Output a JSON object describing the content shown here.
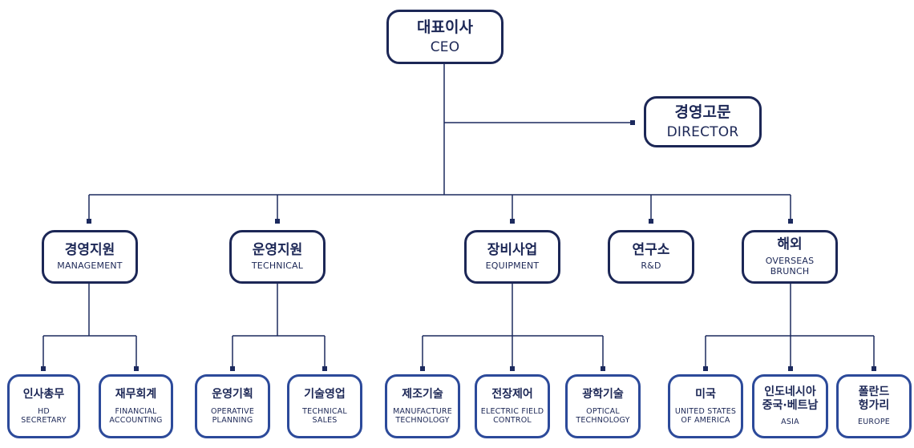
{
  "colors": {
    "line": "#1c2a5e",
    "text": "#1c2756",
    "box_border": "#2c4a9a"
  },
  "ceo": {
    "ko": "대표이사",
    "en": "CEO"
  },
  "director": {
    "ko": "경영고문",
    "en": "DIRECTOR"
  },
  "divisions": [
    {
      "ko": "경영지원",
      "en": "MANAGEMENT"
    },
    {
      "ko": "운영지원",
      "en": "TECHNICAL"
    },
    {
      "ko": "장비사업",
      "en": "EQUIPMENT"
    },
    {
      "ko": "연구소",
      "en": "R&D"
    },
    {
      "ko": "해외",
      "en": "OVERSEAS\nBRUNCH"
    }
  ],
  "teams": [
    {
      "ko": "인사총무",
      "en": "HD\nSECRETARY"
    },
    {
      "ko": "재무회계",
      "en": "FINANCIAL\nACCOUNTING"
    },
    {
      "ko": "운영기획",
      "en": "OPERATIVE\nPLANNING"
    },
    {
      "ko": "기술영업",
      "en": "TECHNICAL\nSALES"
    },
    {
      "ko": "제조기술",
      "en": "MANUFACTURE\nTECHNOLOGY"
    },
    {
      "ko": "전장제어",
      "en": "ELECTRIC FIELD\nCONTROL"
    },
    {
      "ko": "광학기술",
      "en": "OPTICAL\nTECHNOLOGY"
    },
    {
      "ko": "미국",
      "en": "UNITED STATES\nOF AMERICA"
    },
    {
      "ko": "인도네시아\n중국·베트남",
      "en": "ASIA"
    },
    {
      "ko": "폴란드\n헝가리",
      "en": "EUROPE"
    }
  ]
}
